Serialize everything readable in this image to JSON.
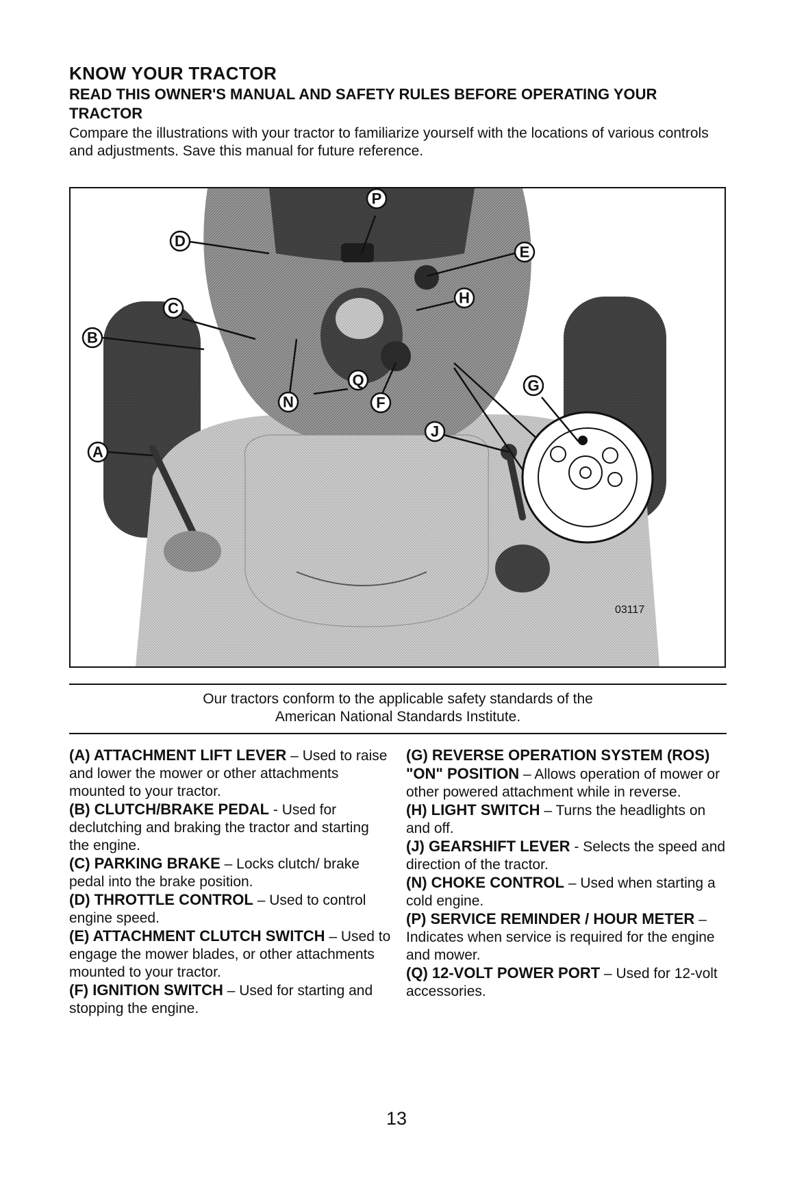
{
  "heading": {
    "title": "KNOW YOUR TRACTOR",
    "subtitle": "READ THIS OWNER'S MANUAL AND SAFETY RULES BEFORE OPERATING YOUR TRACTOR",
    "intro": "Compare the illustrations with your tractor to familiarize yourself with the locations of various controls and adjustments.  Save this manual for future reference."
  },
  "figure": {
    "callouts": [
      "A",
      "B",
      "C",
      "D",
      "E",
      "F",
      "G",
      "H",
      "J",
      "N",
      "P",
      "Q"
    ],
    "code": "03117"
  },
  "conformance": {
    "line1": "Our tractors conform to the applicable safety standards of the",
    "line2": "American National Standards Institute."
  },
  "descriptions": {
    "left": [
      {
        "term": "(A) ATTACHMENT LIFT LEVER",
        "sep": " – ",
        "text": "Used to raise and lower the mower or other attachments mounted to your tractor."
      },
      {
        "term": "(B) CLUTCH/BRAKE PEDAL",
        "sep": " - ",
        "text": "Used for declutching and braking the tractor and starting the engine."
      },
      {
        "term": "(C) PARKING BRAKE",
        "sep": " – ",
        "text": "Locks clutch/ brake pedal into the brake position."
      },
      {
        "term": "(D) THROTTLE CONTROL",
        "sep": " – ",
        "text": "Used to control engine speed."
      },
      {
        "term": "(E) ATTACHMENT CLUTCH SWITCH",
        "sep": " – ",
        "text": "Used to engage the mower blades, or other attachments mounted to your tractor."
      },
      {
        "term": "(F) IGNITION SWITCH",
        "sep": " – ",
        "text": "Used for starting and stopping the engine."
      }
    ],
    "right": [
      {
        "term": "(G) REVERSE OPERATION SYSTEM (ROS) \"ON\" POSITION",
        "sep": " – ",
        "text": "Allows operation of mower or other powered attachment while in reverse."
      },
      {
        "term": "(H) LIGHT SWITCH",
        "sep": " – ",
        "text": "Turns the headlights on and off."
      },
      {
        "term": "(J) GEARSHIFT LEVER",
        "sep": " - ",
        "text": "Selects the speed and direction of the tractor."
      },
      {
        "term": "(N) CHOKE CONTROL",
        "sep": " – ",
        "text": "Used when starting a cold engine."
      },
      {
        "term": "(P) SERVICE REMINDER / HOUR METER",
        "sep": " – ",
        "text": "Indicates when service is required for the engine and mower."
      },
      {
        "term": "(Q) 12-VOLT POWER PORT",
        "sep": " – ",
        "text": "Used for 12-volt accessories."
      }
    ]
  },
  "page_number": "13"
}
